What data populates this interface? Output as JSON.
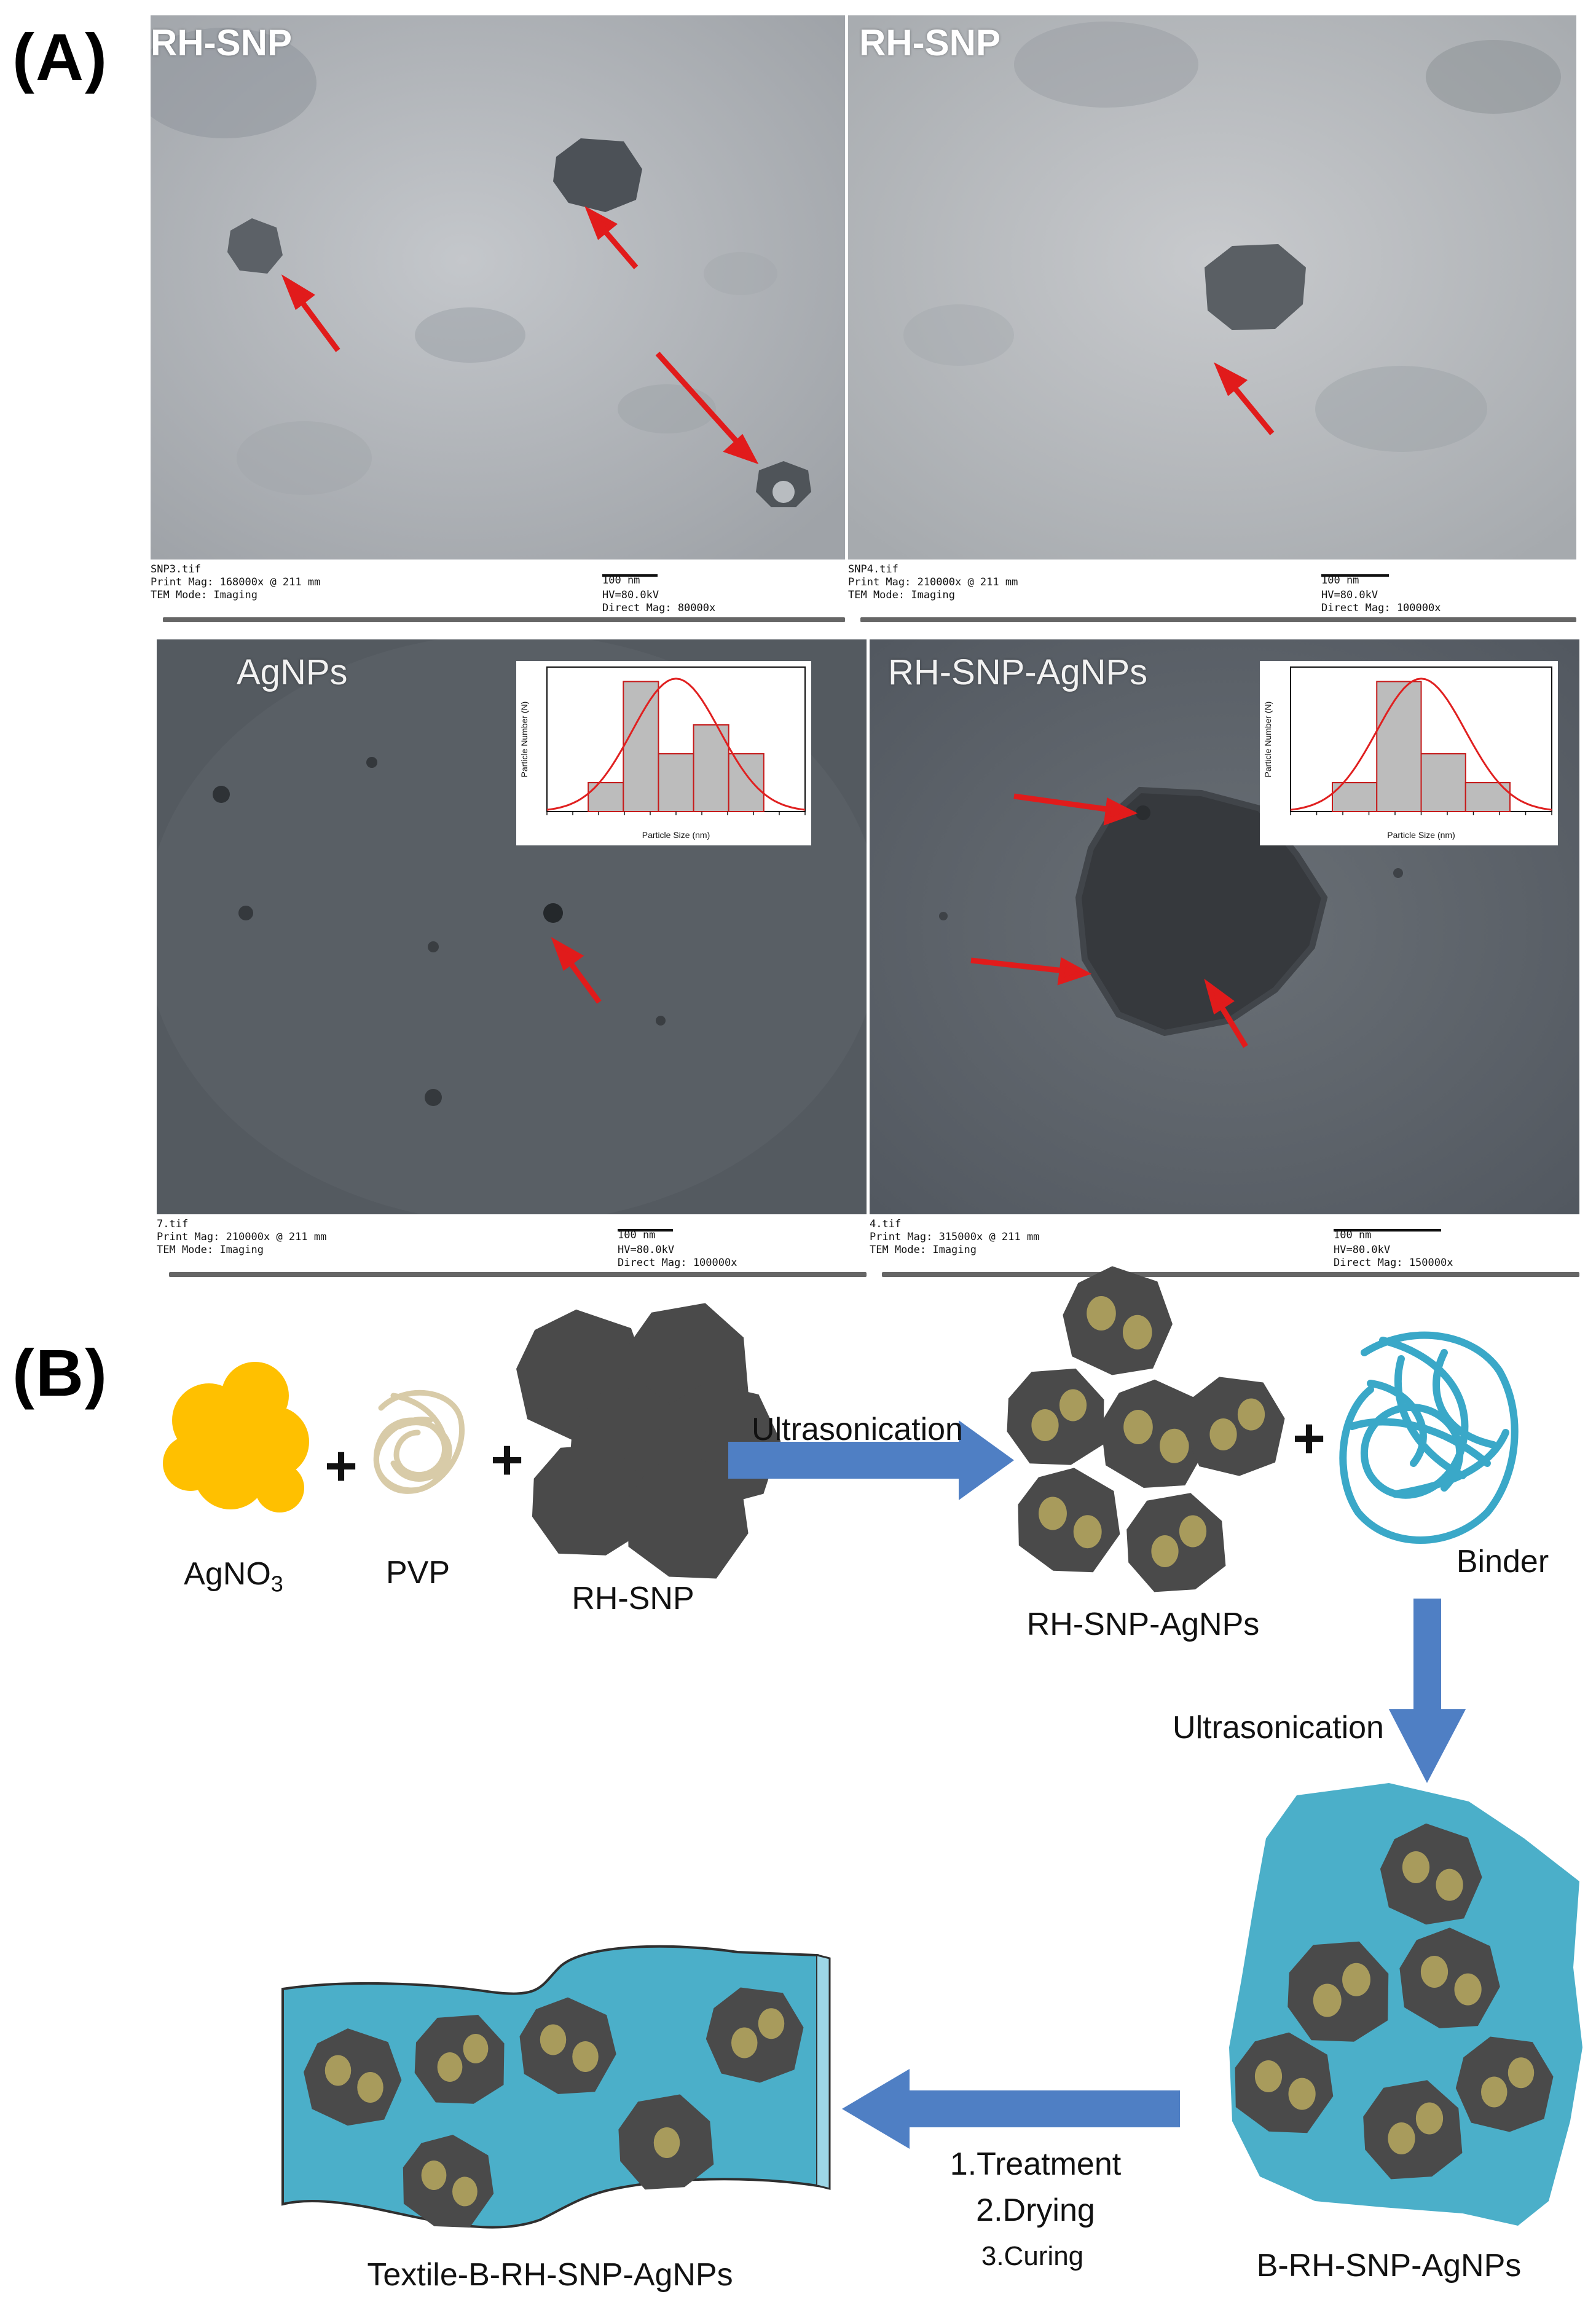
{
  "panels": {
    "a_letter": "(A)",
    "b_letter": "(B)"
  },
  "tem_images": [
    {
      "title": "RH-SNP",
      "meta_left": "SNP3.tif\nPrint Mag: 168000x @ 211 mm\nTEM Mode: Imaging",
      "scale": "100 nm",
      "meta_right": "HV=80.0kV\nDirect Mag: 80000x"
    },
    {
      "title": "RH-SNP",
      "meta_left": "SNP4.tif\nPrint Mag: 210000x @ 211 mm\nTEM Mode: Imaging",
      "scale": "100 nm",
      "meta_right": "HV=80.0kV\nDirect Mag: 100000x"
    },
    {
      "title": "AgNPs",
      "meta_left": "7.tif\nPrint Mag: 210000x @ 211 mm\nTEM Mode: Imaging",
      "scale": "100 nm",
      "meta_right": "HV=80.0kV\nDirect Mag: 100000x"
    },
    {
      "title": "RH-SNP-AgNPs",
      "meta_left": "4.tif\nPrint Mag: 315000x @ 211 mm\nTEM Mode: Imaging",
      "scale": "100 nm",
      "meta_right": "HV=80.0kV\nDirect Mag: 150000x"
    }
  ],
  "insets": [
    {
      "ylabel": "Particle Number (N)",
      "xlabel": "Particle Size (nm)",
      "relative_heights": [
        0.2,
        0.9,
        0.4,
        0.6,
        0.4
      ],
      "curve_color": "#e02020"
    },
    {
      "ylabel": "Particle Number (N)",
      "xlabel": "Particle Size (nm)",
      "relative_heights": [
        0.2,
        0.9,
        0.4,
        0.2
      ],
      "curve_color": "#e02020"
    }
  ],
  "scheme": {
    "labels": {
      "agno3_main": "AgNO",
      "agno3_sub": "3",
      "pvp": "PVP",
      "rh_snp": "RH-SNP",
      "rh_snp_agnps": "RH-SNP-AgNPs",
      "binder": "Binder",
      "b_rh_snp_agnps": "B-RH-SNP-AgNPs",
      "textile": "Textile-B-RH-SNP-AgNPs"
    },
    "plus": "+",
    "steps": {
      "ultrasonication_1": "Ultrasonication",
      "ultrasonication_2": "Ultrasonication",
      "treatment": "1.Treatment",
      "drying": "2.Drying",
      "curing": "3.Curing"
    }
  },
  "colors": {
    "silver_nitrate": "#ffc000",
    "pvp": "#d8cba8",
    "particle": "#4a4a4a",
    "agnp_dot": "#a89b5c",
    "binder": "#3aa8c8",
    "matrix": "#4bafc9",
    "arrow": "#4f7fc4",
    "pointer": "#e11b1b"
  }
}
